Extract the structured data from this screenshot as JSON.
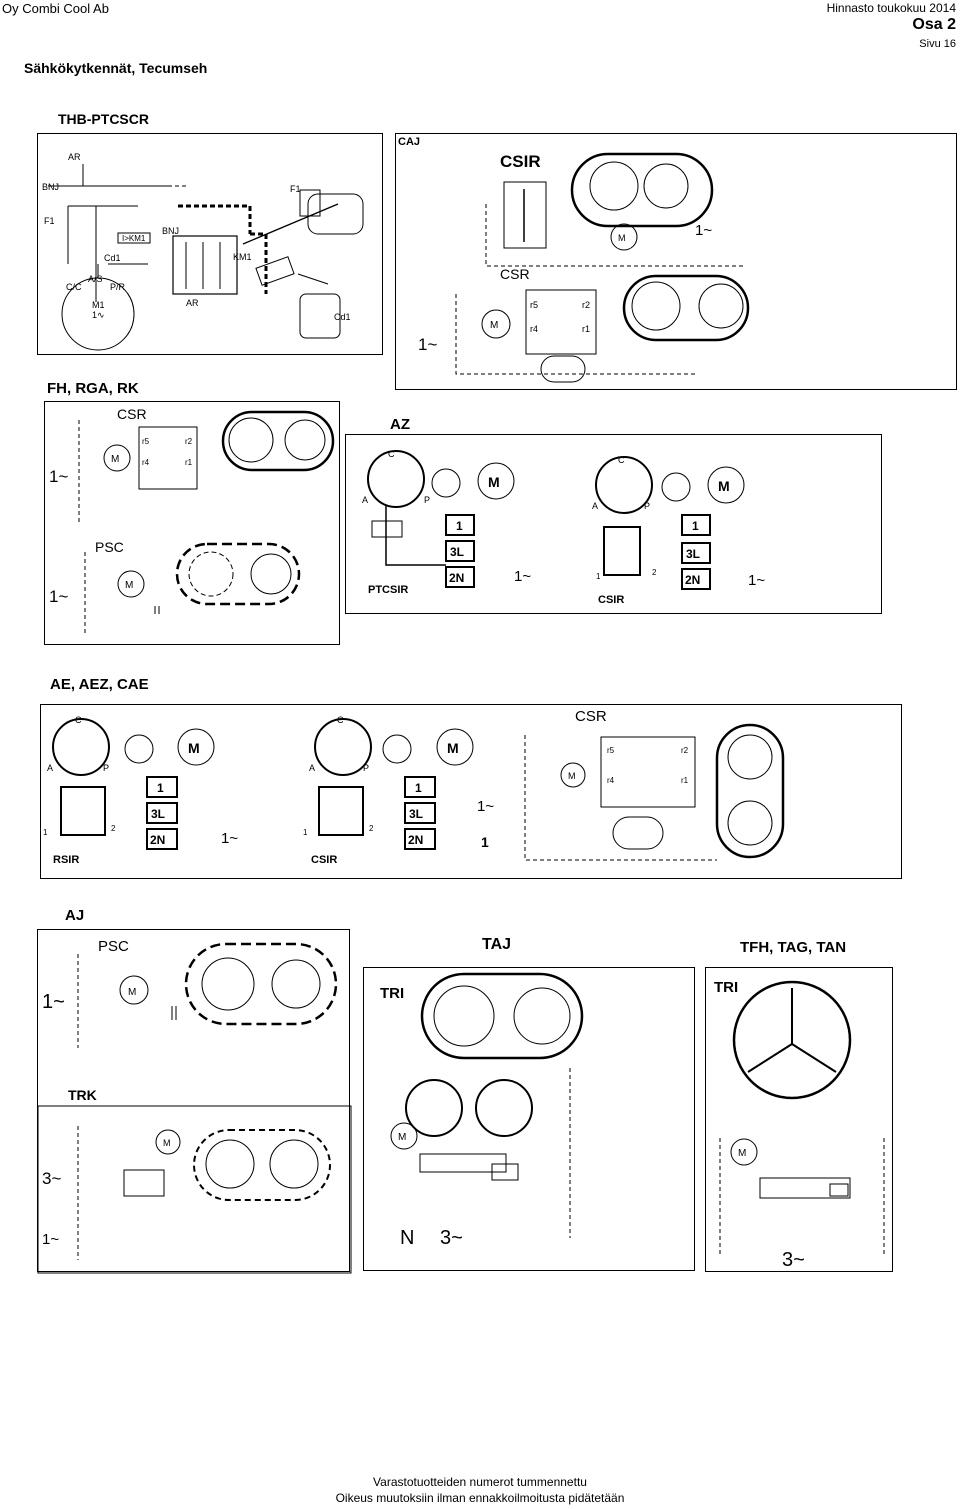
{
  "header": {
    "company": "Oy Combi Cool Ab",
    "date": "Hinnasto toukokuu 2014",
    "part": "Osa 2",
    "page": "Sivu 16",
    "title": "Sähkökytkennät, Tecumseh"
  },
  "sections": {
    "thb": "THB-PTCSCR",
    "caj": "CAJ",
    "fh": "FH, RGA, RK",
    "az": "AZ",
    "ae": "AE, AEZ, CAE",
    "aj": "AJ",
    "taj": "TAJ",
    "tfh": "TFH, TAG, TAN",
    "trk": "TRK"
  },
  "labels": {
    "csir": "CSIR",
    "csr": "CSR",
    "psc": "PSC",
    "ptcsir": "PTCSIR",
    "rsir": "RSIR",
    "tri": "TRI",
    "one_phase": "1~",
    "three_phase": "3~",
    "n": "N",
    "t1": "1",
    "t3l": "3L",
    "t2n": "2N",
    "c": "C",
    "a": "A",
    "p": "P",
    "m": "M",
    "r5": "r5",
    "r2": "r2",
    "r4": "r4",
    "r1": "r1",
    "ar": "AR",
    "bnj": "BNJ",
    "f1": "F1",
    "km1": "KM1",
    "cd1": "Cd1",
    "as": "A/S",
    "cc": "C/C",
    "pr": "P/R",
    "m1": "M1",
    "m1_phase": "1∿",
    "two": "2",
    "one": "1",
    "ikm1": "I>KM1"
  },
  "footer": {
    "line1": "Varastotuotteiden numerot tummennettu",
    "line2": "Oikeus muutoksiin ilman ennakkoilmoitusta pidätetään"
  },
  "colors": {
    "line": "#000000",
    "panel_bg": "#ffffff"
  }
}
